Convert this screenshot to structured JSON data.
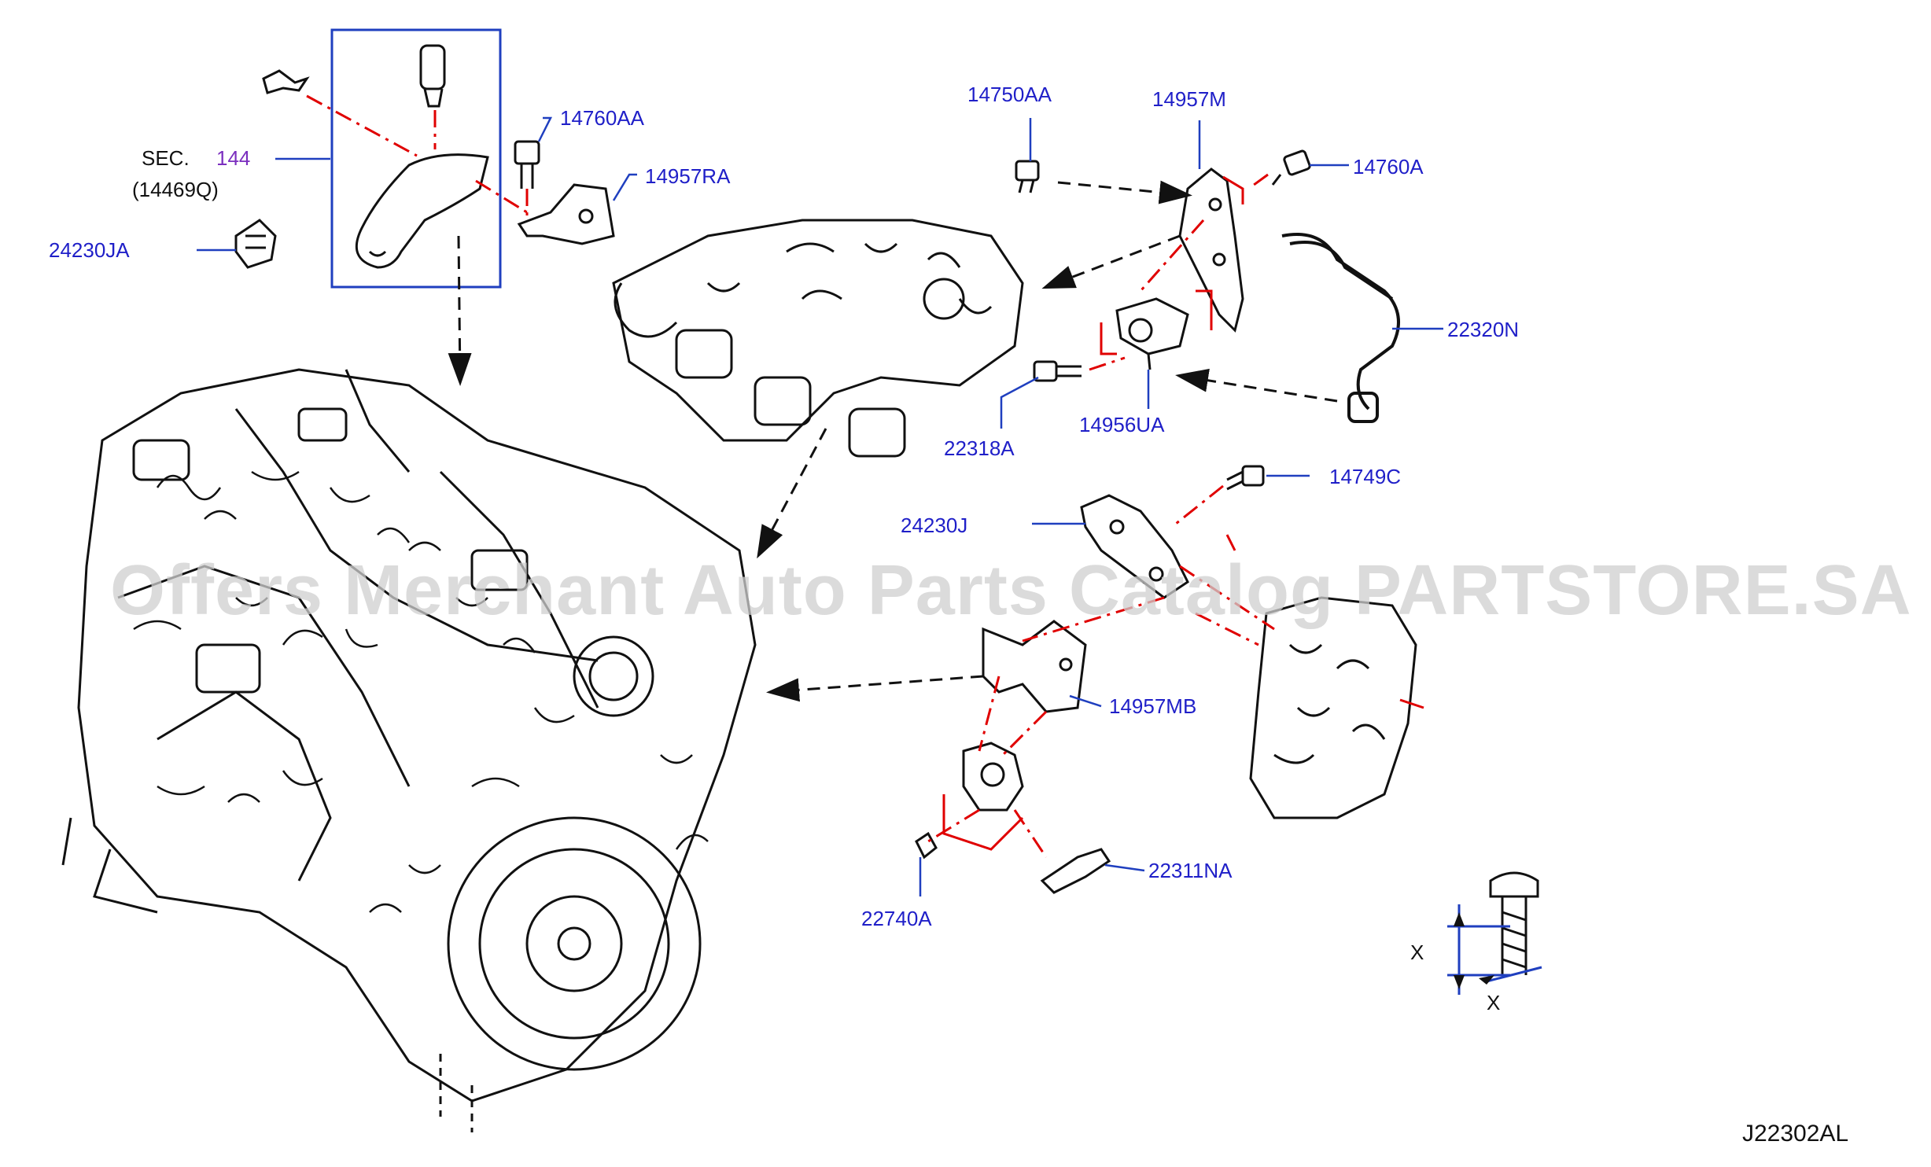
{
  "colors": {
    "callout": "#1f1fc8",
    "leader": "#1f3fbf",
    "red_dash": "#e00000",
    "drawing": "#111111",
    "sec_number": "#7b2fbf"
  },
  "sec": {
    "prefix": "SEC.",
    "number": "144",
    "sub": "(14469Q)"
  },
  "labels": {
    "p14760AA": "14760AA",
    "p14957RA": "14957RA",
    "p24230JA": "24230JA",
    "p14750AA": "14750AA",
    "p14957M": "14957M",
    "p14760A": "14760A",
    "p22320N": "22320N",
    "p22318A": "22318A",
    "p14956UA": "14956UA",
    "p14749C": "14749C",
    "p24230J": "24230J",
    "p14957MB": "14957MB",
    "p22311NA": "22311NA",
    "p22740A": "22740A"
  },
  "dimension": {
    "x1": "X",
    "x2": "X"
  },
  "watermark": "Offers Merchant Auto Parts Catalog PARTSTORE.SA",
  "drawing_ref": "J22302AL"
}
